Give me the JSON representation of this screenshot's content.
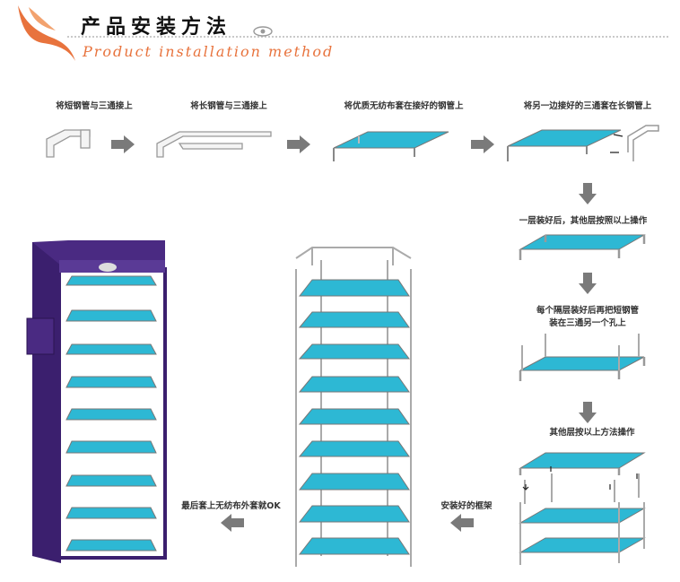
{
  "header": {
    "title": "产品安装方法",
    "subtitle": "Product installation method"
  },
  "steps": {
    "s1": "将短钢管与三通接上",
    "s2": "将长钢管与三通接上",
    "s3": "将优质无纺布套在接好的钢管上",
    "s4": "将另一边接好的三通套在长钢管上",
    "s5": "一层装好后，其他层按照以上操作",
    "s6a": "每个隔层装好后再把短钢管",
    "s6b": "装在三通另一个孔上",
    "s7": "其他层按以上方法操作",
    "s8": "安装好的框架",
    "s9": "最后套上无纺布外套就OK"
  },
  "colors": {
    "accent": "#e8733d",
    "shelf": "#2db8d4",
    "cover": "#3b1f6e",
    "arrow": "#7a7a7a"
  }
}
